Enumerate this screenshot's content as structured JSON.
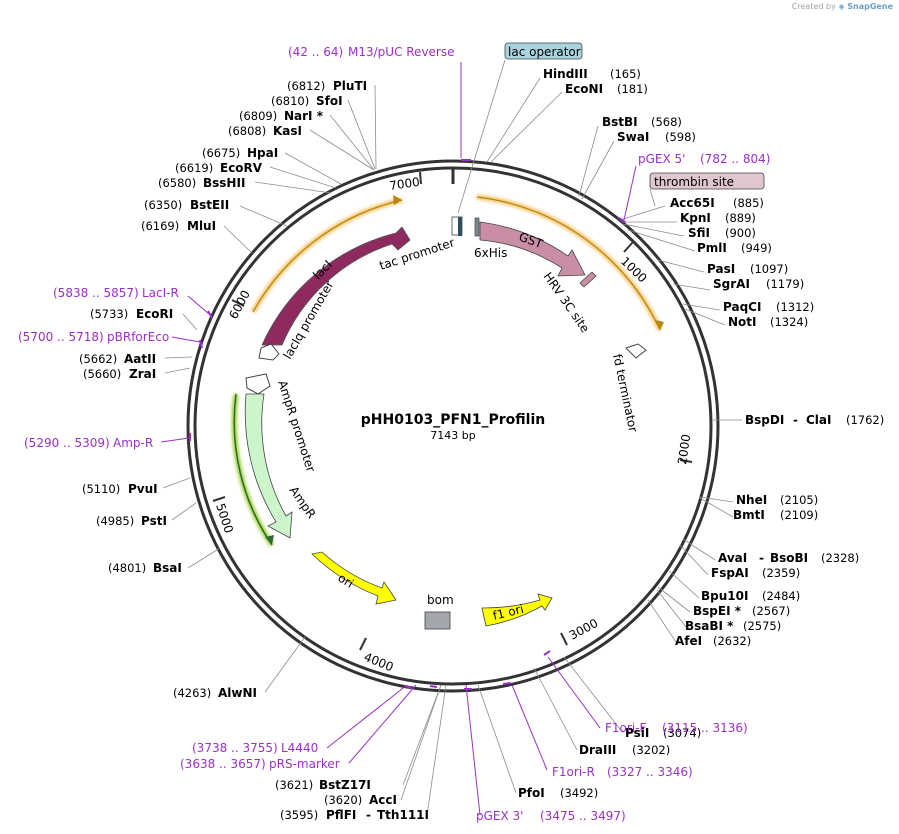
{
  "credit": {
    "prefix": "Created by",
    "brand": "SnapGene"
  },
  "plasmid": {
    "name": "pHH0103_PFN1_Profilin",
    "length": "7143 bp"
  },
  "ticks": [
    "1000",
    "2000",
    "3000",
    "4000",
    "5000",
    "6000",
    "7000"
  ],
  "boxed_labels": [
    {
      "text": "lac operator",
      "color": "#a8d4df"
    },
    {
      "text": "thrombin site",
      "color": "#e0c6cf"
    }
  ],
  "features": [
    {
      "name": "lacI",
      "color": "#8e2a5e",
      "text_color": "#ffffff"
    },
    {
      "name": "lacIq promoter",
      "color": "#ffffff",
      "text_color": "#000000"
    },
    {
      "name": "tac promoter",
      "color": "#ffffff",
      "text_color": "#000000"
    },
    {
      "name": "6xHis",
      "color": "#7a8a8f",
      "text_color": "#000000"
    },
    {
      "name": "GST",
      "color": "#c98ea6",
      "text_color": "#000000"
    },
    {
      "name": "HRV 3C site",
      "color": "#c98ea6",
      "text_color": "#000000"
    },
    {
      "name": "fd terminator",
      "color": "#ffffff",
      "text_color": "#000000"
    },
    {
      "name": "AmpR promoter",
      "color": "#ffffff",
      "text_color": "#000000"
    },
    {
      "name": "AmpR",
      "color": "#ccf5cc",
      "text_color": "#000000"
    },
    {
      "name": "ori",
      "color": "#ffff00",
      "text_color": "#000000"
    },
    {
      "name": "bom",
      "color": "#a3a6ab",
      "text_color": "#000000"
    },
    {
      "name": "f1 ori",
      "color": "#ffff00",
      "text_color": "#000000"
    }
  ],
  "enzymes": [
    {
      "name": "HindIII",
      "pos": "(165)"
    },
    {
      "name": "EcoNI",
      "pos": "(181)"
    },
    {
      "name": "BstBI",
      "pos": "(568)"
    },
    {
      "name": "SwaI",
      "pos": "(598)"
    },
    {
      "name": "Acc65I",
      "pos": "(885)"
    },
    {
      "name": "KpnI",
      "pos": "(889)"
    },
    {
      "name": "SfiI",
      "pos": "(900)"
    },
    {
      "name": "PmlI",
      "pos": "(949)"
    },
    {
      "name": "PasI",
      "pos": "(1097)"
    },
    {
      "name": "SgrAI",
      "pos": "(1179)"
    },
    {
      "name": "PaqCI",
      "pos": "(1312)"
    },
    {
      "name": "NotI",
      "pos": "(1324)"
    },
    {
      "name": "BspDI",
      "name2": "ClaI",
      "pos": "(1762)"
    },
    {
      "name": "NheI",
      "pos": "(2105)"
    },
    {
      "name": "BmtI",
      "pos": "(2109)"
    },
    {
      "name": "AvaI",
      "name2": "BsoBI",
      "pos": "(2328)"
    },
    {
      "name": "FspAI",
      "pos": "(2359)"
    },
    {
      "name": "Bpu10I",
      "pos": "(2484)"
    },
    {
      "name": "BspEI *",
      "pos": "(2567)"
    },
    {
      "name": "BsaBI *",
      "pos": "(2575)"
    },
    {
      "name": "AfeI",
      "pos": "(2632)"
    },
    {
      "name": "PsiI",
      "pos": "(3074)"
    },
    {
      "name": "DraIII",
      "pos": "(3202)"
    },
    {
      "name": "PfoI",
      "pos": "(3492)"
    },
    {
      "name": "BstZ17I",
      "pos": "(3621)"
    },
    {
      "name": "AccI",
      "pos": "(3620)"
    },
    {
      "name": "PflFI",
      "name2": "Tth111I",
      "pos": "(3595)"
    },
    {
      "name": "AlwNI",
      "pos": "(4263)"
    },
    {
      "name": "BsaI",
      "pos": "(4801)"
    },
    {
      "name": "PstI",
      "pos": "(4985)"
    },
    {
      "name": "PvuI",
      "pos": "(5110)"
    },
    {
      "name": "ZraI",
      "pos": "(5660)"
    },
    {
      "name": "AatII",
      "pos": "(5662)"
    },
    {
      "name": "EcoRI",
      "pos": "(5733)"
    },
    {
      "name": "MluI",
      "pos": "(6169)"
    },
    {
      "name": "BstEII",
      "pos": "(6350)"
    },
    {
      "name": "BssHII",
      "pos": "(6580)"
    },
    {
      "name": "EcoRV",
      "pos": "(6619)"
    },
    {
      "name": "HpaI",
      "pos": "(6675)"
    },
    {
      "name": "KasI",
      "pos": "(6808)"
    },
    {
      "name": "NarI *",
      "pos": "(6809)"
    },
    {
      "name": "SfoI",
      "pos": "(6810)"
    },
    {
      "name": "PluTI",
      "pos": "(6812)"
    }
  ],
  "primers": [
    {
      "range": "(42 .. 64)",
      "name": "M13/pUC Reverse"
    },
    {
      "range": "(782 .. 804)",
      "name": "pGEX 5'"
    },
    {
      "range": "(3115 .. 3136)",
      "name": "F1ori-F"
    },
    {
      "range": "(3327 .. 3346)",
      "name": "F1ori-R"
    },
    {
      "range": "(3475 .. 3497)",
      "name": "pGEX 3'"
    },
    {
      "range": "(3738 .. 3755)",
      "name": "L4440"
    },
    {
      "range": "(3638 .. 3657)",
      "name": "pRS-marker"
    },
    {
      "range": "(5290 .. 5309)",
      "name": "Amp-R"
    },
    {
      "range": "(5700 .. 5718)",
      "name": "pBRforEco"
    },
    {
      "range": "(5838 .. 5857)",
      "name": "LacI-R"
    }
  ]
}
